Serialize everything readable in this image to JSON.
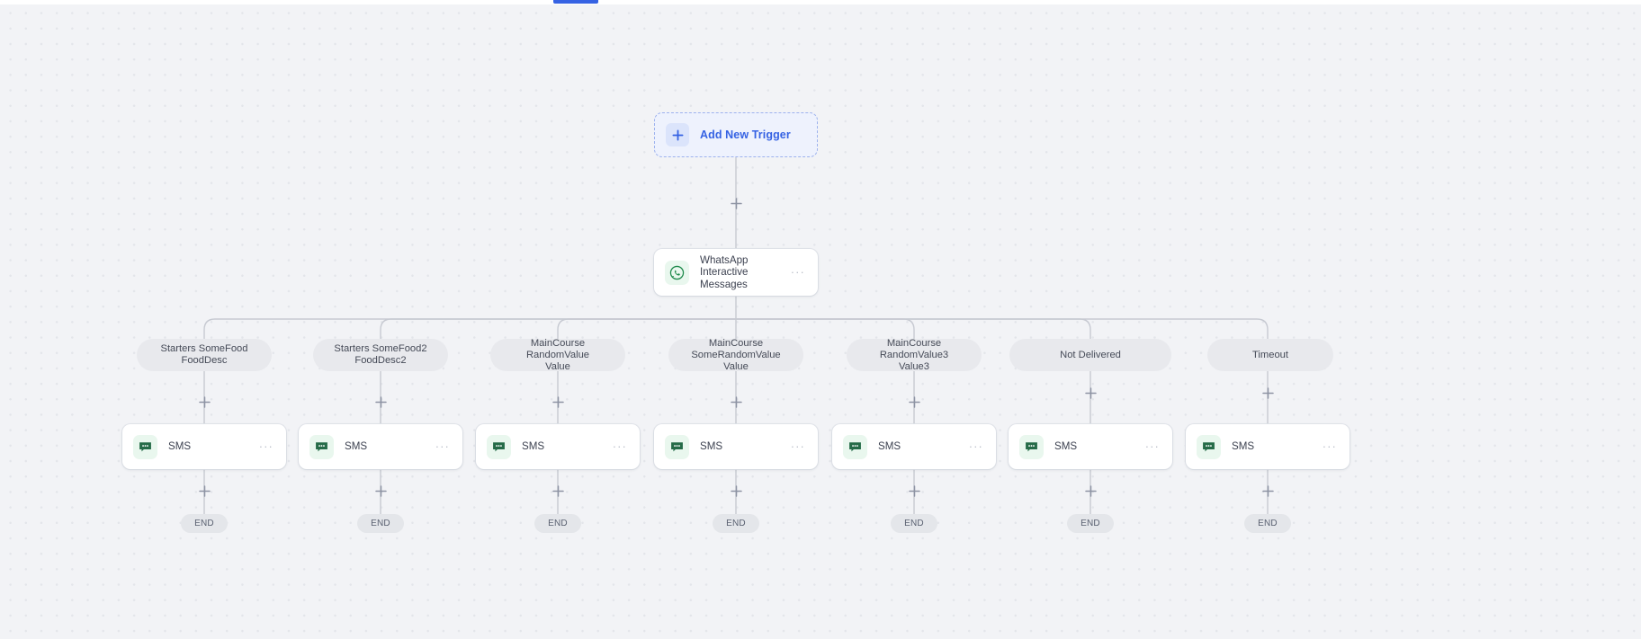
{
  "canvas": {
    "background_color": "#f2f3f6",
    "dot_color": "#e3e5ea",
    "edge_color": "#c7cad2"
  },
  "top_tab_indicator": {
    "color": "#3562e3"
  },
  "trigger": {
    "label": "Add New Trigger",
    "icon": "plus-icon",
    "accent_color": "#3562e3",
    "background_color": "#eef2fd",
    "border_color": "#9db2ee"
  },
  "whatsapp_node": {
    "title": "WhatsApp Interactive\nMessages",
    "icon": "whatsapp-icon",
    "icon_color": "#1f8a4c",
    "icon_background": "#e9f7ee",
    "menu": "···"
  },
  "branches": [
    {
      "label": "Starters SomeFood\nFoodDesc",
      "action": {
        "title": "SMS",
        "icon": "sms-icon",
        "menu": "···"
      },
      "end": "END"
    },
    {
      "label": "Starters SomeFood2\nFoodDesc2",
      "action": {
        "title": "SMS",
        "icon": "sms-icon",
        "menu": "···"
      },
      "end": "END"
    },
    {
      "label": "MainCourse RandomValue\nValue",
      "action": {
        "title": "SMS",
        "icon": "sms-icon",
        "menu": "···"
      },
      "end": "END"
    },
    {
      "label": "MainCourse\nSomeRandomValue Value",
      "action": {
        "title": "SMS",
        "icon": "sms-icon",
        "menu": "···"
      },
      "end": "END"
    },
    {
      "label": "MainCourse RandomValue3\nValue3",
      "action": {
        "title": "SMS",
        "icon": "sms-icon",
        "menu": "···"
      },
      "end": "END"
    },
    {
      "label": "Not Delivered",
      "action": {
        "title": "SMS",
        "icon": "sms-icon",
        "menu": "···"
      },
      "end": "END"
    },
    {
      "label": "Timeout",
      "action": {
        "title": "SMS",
        "icon": "sms-icon",
        "menu": "···"
      },
      "end": "END"
    }
  ],
  "sms_icon_colors": {
    "glyph": "#256b48",
    "background": "#e9f7ee"
  }
}
